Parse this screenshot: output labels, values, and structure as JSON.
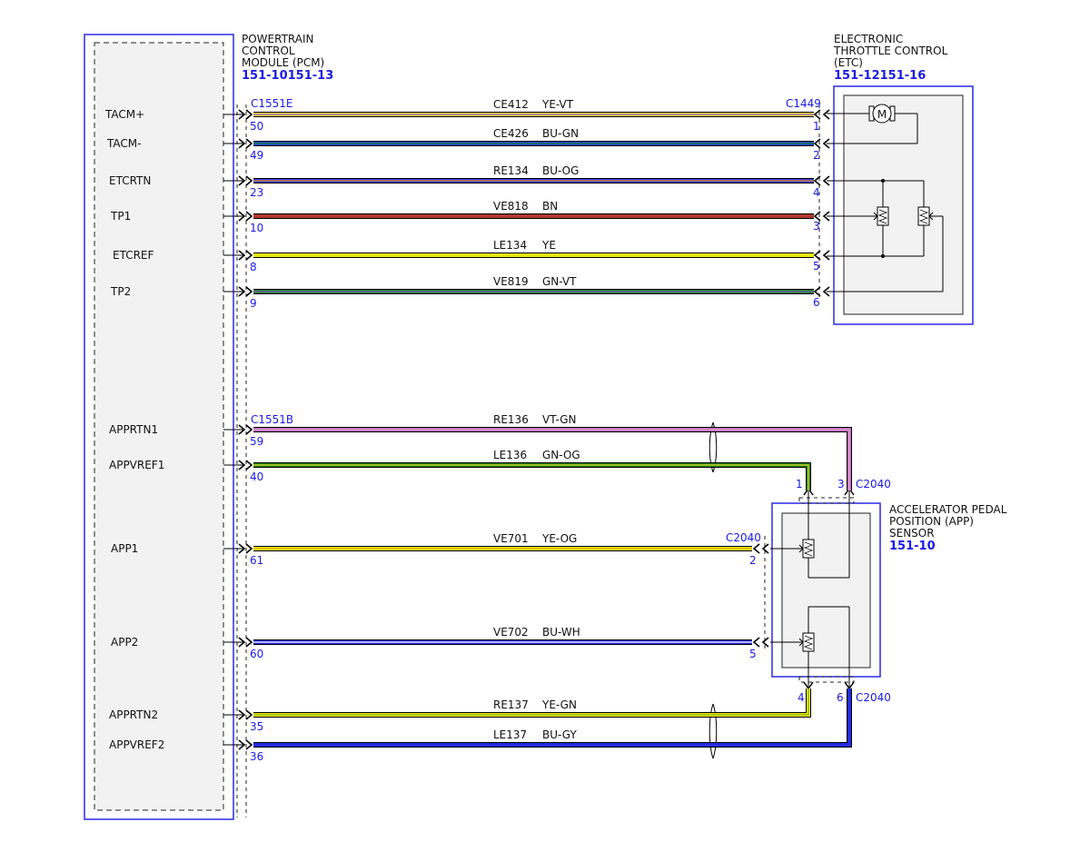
{
  "pcm": {
    "title_lines": [
      "POWERTRAIN",
      "CONTROL",
      "MODULE (PCM)"
    ],
    "part_number": "151-10151-13",
    "connector_top": "C1551E",
    "connector_bottom": "C1551B"
  },
  "etc": {
    "title_lines": [
      "ELECTRONIC",
      "THROTTLE CONTROL",
      "(ETC)"
    ],
    "part_number": "151-12151-16",
    "connector": "C1449",
    "motor_label": "M"
  },
  "app": {
    "title_lines": [
      "ACCELERATOR PEDAL",
      "POSITION (APP)",
      "SENSOR"
    ],
    "part_number": "151-10",
    "connector": "C2040"
  },
  "circuits": [
    {
      "signal": "TACM+",
      "pcm_pin": "50",
      "circuit": "CE412",
      "color": "YE-VT",
      "far_pin": "1",
      "colors": [
        "#e8e030",
        "#9a4fd0"
      ]
    },
    {
      "signal": "TACM-",
      "pcm_pin": "49",
      "circuit": "CE426",
      "color": "BU-GN",
      "far_pin": "2",
      "colors": [
        "#1e3fe0",
        "#1a8a20"
      ]
    },
    {
      "signal": "ETCRTN",
      "pcm_pin": "23",
      "circuit": "RE134",
      "color": "BU-OG",
      "far_pin": "4",
      "colors": [
        "#3a3ae0",
        "#e08a20"
      ]
    },
    {
      "signal": "TP1",
      "pcm_pin": "10",
      "circuit": "VE818",
      "color": "BN",
      "far_pin": "3",
      "colors": [
        "#b03a30",
        "#b03a30"
      ]
    },
    {
      "signal": "ETCREF",
      "pcm_pin": "8",
      "circuit": "LE134",
      "color": "YE",
      "far_pin": "5",
      "colors": [
        "#eaea10",
        "#eaea10"
      ]
    },
    {
      "signal": "TP2",
      "pcm_pin": "9",
      "circuit": "VE819",
      "color": "GN-VT",
      "far_pin": "6",
      "colors": [
        "#1e8a1e",
        "#7a4fc0"
      ]
    },
    {
      "signal": "APPRTN1",
      "pcm_pin": "59",
      "circuit": "RE136",
      "color": "VT-GN",
      "far_pin": "3",
      "colors": [
        "#c070c0",
        "#e0a0d0"
      ]
    },
    {
      "signal": "APPVREF1",
      "pcm_pin": "40",
      "circuit": "LE136",
      "color": "GN-OG",
      "far_pin": "1",
      "colors": [
        "#1e8a1e",
        "#e8d020"
      ]
    },
    {
      "signal": "APP1",
      "pcm_pin": "61",
      "circuit": "VE701",
      "color": "YE-OG",
      "far_pin": "2",
      "colors": [
        "#eaea10",
        "#e0a020"
      ]
    },
    {
      "signal": "APP2",
      "pcm_pin": "60",
      "circuit": "VE702",
      "color": "BU-WH",
      "far_pin": "5",
      "colors": [
        "#2a2ae8",
        "#ffffff"
      ]
    },
    {
      "signal": "APPRTN2",
      "pcm_pin": "35",
      "circuit": "RE137",
      "color": "YE-GN",
      "far_pin": "4",
      "colors": [
        "#eaea10",
        "#8ab020"
      ]
    },
    {
      "signal": "APPVREF2",
      "pcm_pin": "36",
      "circuit": "LE137",
      "color": "BU-GY",
      "far_pin": "6",
      "colors": [
        "#1e2ee0",
        "#2a2ae8"
      ]
    }
  ]
}
